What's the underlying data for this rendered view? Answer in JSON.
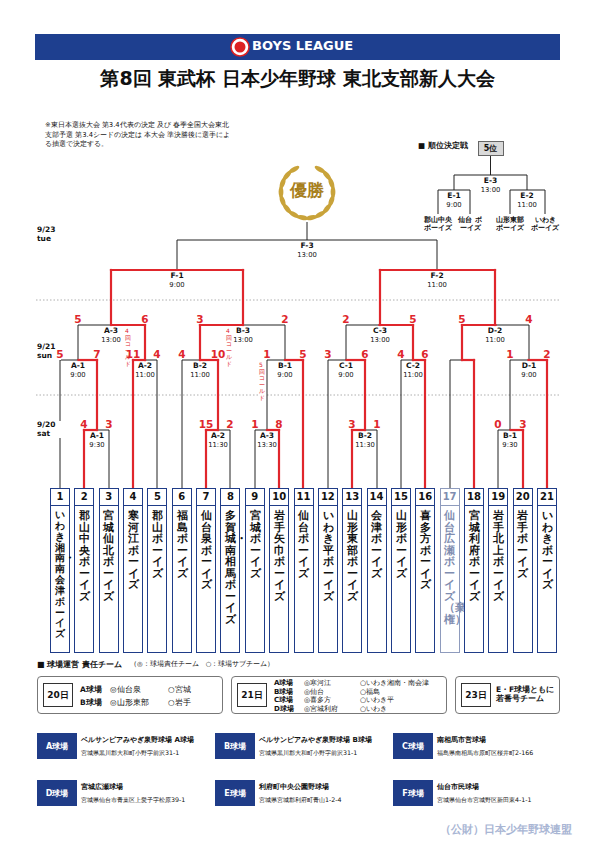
{
  "diagram": {
    "title": "第8回 東武杯 日本少年野球 東北支部新人大会",
    "nodes": [
      {
        "text": [
          "5位"
        ]
      },
      {
        "text": [
          "1",
          "いわき湘南・南会津ボーイズ"
        ]
      },
      {
        "text": [
          "2",
          "郡山中央ボーイズ"
        ]
      },
      {
        "text": [
          "3",
          "宮城仙北ボーイズ"
        ]
      },
      {
        "text": [
          "4",
          "寒河江ボーイズ"
        ]
      },
      {
        "text": [
          "5",
          "郡山ボーイズ"
        ]
      },
      {
        "text": [
          "6",
          "福島ボーイズ"
        ]
      },
      {
        "text": [
          "7",
          "仙台泉ボーイズ"
        ]
      },
      {
        "text": [
          "8",
          "多賀城・南相馬ボーイズ"
        ]
      },
      {
        "text": [
          "9",
          "宮城ボーイズ"
        ]
      },
      {
        "text": [
          "10",
          "岩手矢巾ボーイズ"
        ]
      },
      {
        "text": [
          "11",
          "仙台ボーイズ"
        ]
      },
      {
        "text": [
          "12",
          "いわき平ボーイズ"
        ]
      },
      {
        "text": [
          "13",
          "山形東部ボーイズ"
        ]
      },
      {
        "text": [
          "14",
          "会津ボーイズ"
        ]
      },
      {
        "text": [
          "15",
          "山形ボーイズ"
        ]
      },
      {
        "text": [
          "16",
          "喜多方ボーイズ"
        ]
      },
      {
        "text": [
          "17",
          "仙台広瀬ボーイズ（棄権）"
        ]
      },
      {
        "text": [
          "18",
          "宮城利府ボーイズ"
        ]
      },
      {
        "text": [
          "19",
          "岩手北上ボーイズ"
        ]
      },
      {
        "text": [
          "20",
          "岩手ボーイズ"
        ]
      },
      {
        "text": [
          "21",
          "いわきボーイズ"
        ]
      },
      {
        "text": [
          "A球場",
          "◎仙台泉",
          "○宮城",
          "B球場",
          "◎山形東部",
          "○岩手"
        ]
      },
      {
        "text": [
          "20日"
        ],
        "in": 22
      },
      {
        "text": [
          "A球場",
          "◎寒河江",
          "○いわき湘南・南会津",
          "B球場",
          "◎仙台",
          "○福島",
          "C球場",
          "◎喜多方",
          "○いわき平",
          "D球場",
          "◎宮城利府",
          "○いわき"
        ]
      },
      {
        "text": [
          "21日"
        ],
        "in": 24
      },
      {
        "text": [
          "E・F球場ともに 若番号チーム"
        ]
      },
      {
        "text": [
          "23日"
        ],
        "in": 26
      },
      {
        "text": [
          "A球場"
        ]
      },
      {
        "text": [
          "B球場"
        ]
      },
      {
        "text": [
          "C球場"
        ]
      },
      {
        "text": [
          "D球場"
        ]
      },
      {
        "text": [
          "E球場"
        ]
      },
      {
        "text": [
          "F球場"
        ]
      }
    ],
    "labels": [
      "BOYS LEAGUE",
      "※東日本選抜大会 第3.4代表の決定 及び 春季全国大会東北支部予選 第3.4シードの決定は 本大会 準決勝後に選手による抽選で決定する。",
      "■ 順位決定戦",
      "E-3",
      "13:00",
      "E-1",
      "9:00",
      "E-2",
      "11:00",
      "郡山中央 ボーイズ",
      "仙台 ボーイズ",
      "山形東部 ボーイズ",
      "いわき ボーイズ",
      "優勝",
      "9/23 tue",
      "9/21 sun",
      "9/20 sat",
      "F-3",
      "13:00",
      "F-1",
      "9:00",
      "F-2",
      "11:00",
      "A-3",
      "13:00",
      "5",
      "6",
      "4回コールド",
      "B-3",
      "13:00",
      "3",
      "2",
      "4回コールド",
      "C-3",
      "13:00",
      "2",
      "5",
      "D-2",
      "11:00",
      "5",
      "4",
      "A-1",
      "9:00",
      "5",
      "7",
      "A-2",
      "11:00",
      "11",
      "4",
      "B-2",
      "11:00",
      "4",
      "10",
      "B-1",
      "9:00",
      "1",
      "5",
      "5回コールド",
      "C-1",
      "9:00",
      "3",
      "6",
      "C-2",
      "11:00",
      "4",
      "6",
      "D-1",
      "9:00",
      "1",
      "2",
      "A-1",
      "9:30",
      "4",
      "3",
      "A-2",
      "11:30",
      "15",
      "2",
      "A-3",
      "13:30",
      "1",
      "8",
      "B-2",
      "11:30",
      "3",
      "1",
      "B-1",
      "9:30",
      "0",
      "3",
      "■ 球場運営 責任チーム",
      "（◎：球場責任チーム　○：球場サブチーム）",
      "ベルサンピアみやぎ泉野球場 A球場",
      "宮城県黒川郡大和町小野字前沢31-1",
      "ベルサンピアみやぎ泉野球場 B球場",
      "宮城県黒川郡大和町小野字前沢31-1",
      "南相馬市営球場",
      "福島県南相馬市原町区桜井町2-166",
      "宮城広瀬球場",
      "宮城県仙台市青葉区上愛子字松原39-1",
      "利府町中央公園野球場",
      "宮城県宮城郡利府町青山1-2-4",
      "仙台市民球場",
      "宮城県仙台市宮城野区新田東4-1-1",
      "（公財）日本少年野球連盟"
    ]
  }
}
